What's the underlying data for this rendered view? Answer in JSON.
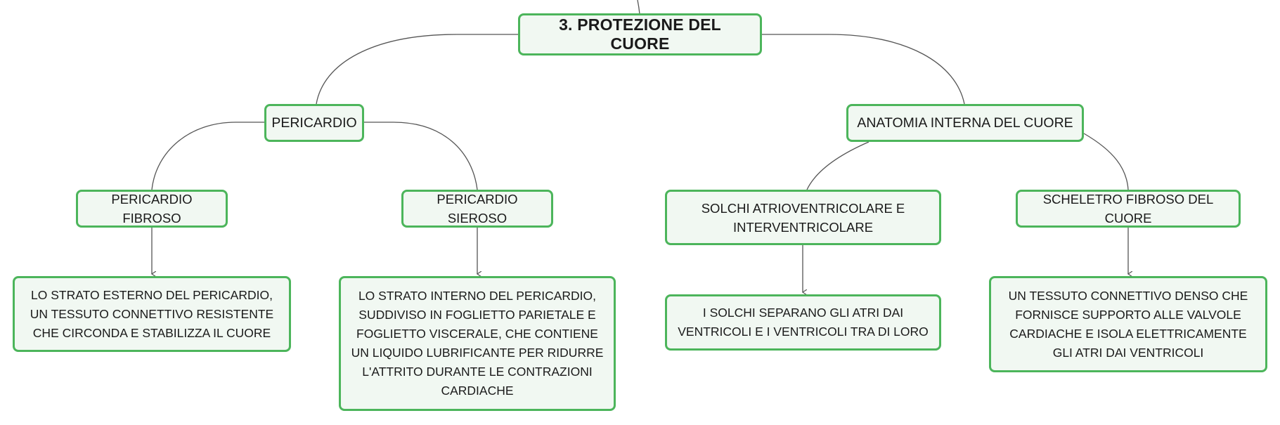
{
  "root": {
    "label": "3. PROTEZIONE DEL CUORE"
  },
  "pericardio": {
    "label": "PERICARDIO",
    "fibroso": {
      "label": "PERICARDIO FIBROSO",
      "description": "LO STRATO ESTERNO DEL PERICARDIO, UN TESSUTO CONNETTIVO RESISTENTE CHE CIRCONDA E STABILIZZA IL CUORE"
    },
    "sieroso": {
      "label": "PERICARDIO SIEROSO",
      "description": "LO STRATO INTERNO DEL PERICARDIO, SUDDIVISO IN FOGLIETTO PARIETALE E FOGLIETTO VISCERALE, CHE CONTIENE UN LIQUIDO LUBRIFICANTE PER RIDURRE L'ATTRITO DURANTE LE CONTRAZIONI CARDIACHE"
    }
  },
  "anatomia": {
    "label": "ANATOMIA INTERNA DEL CUORE",
    "solchi": {
      "label": "SOLCHI ATRIOVENTRICOLARE E INTERVENTRICOLARE",
      "description": "I SOLCHI SEPARANO GLI ATRI DAI VENTRICOLI E I VENTRICOLI TRA DI LORO"
    },
    "scheletro": {
      "label": "SCHELETRO FIBROSO DEL CUORE",
      "description": "UN TESSUTO CONNETTIVO DENSO CHE FORNISCE SUPPORTO ALLE VALVOLE CARDIACHE E ISOLA ELETTRICAMENTE GLI ATRI DAI VENTRICOLI"
    }
  },
  "colors": {
    "node_border": "#4cb55b",
    "node_fill": "#f1f8f2",
    "connector": "#555555",
    "text": "#1a1a1a"
  }
}
